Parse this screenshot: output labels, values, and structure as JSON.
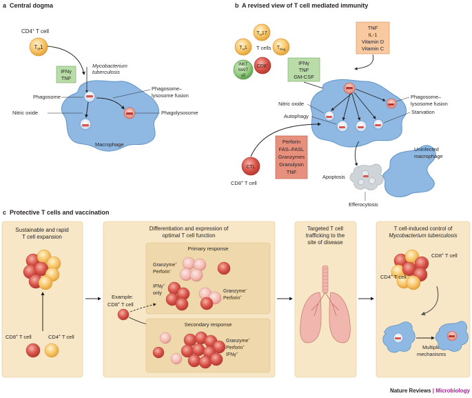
{
  "colors": {
    "panel_bg": "#f7e7c6",
    "panel_inner": "#efd8ab",
    "macrophage": "#8fb9e3",
    "macrophage_edge": "#5f92c6",
    "tcell_orange": "#f8c66a",
    "tcell_red": "#d9544a",
    "tcell_pink": "#f2b8b0",
    "green_box": "#b9dca9",
    "red_box": "#e8907e",
    "orange_box": "#f9c9a0",
    "lung": "#f1b7ae",
    "magenta_brand": "#a3238e"
  },
  "panel_a": {
    "label_letter": "a",
    "title": "Central dogma",
    "cd4_label": "CD4",
    "cd4_sup": "+",
    "cd4_suffix": " T cell",
    "th1_main": "T",
    "th1_sub": "H",
    "th1_num": "1",
    "cytokines": [
      "IFNγ",
      "TNF"
    ],
    "mtb_line1": "Mycobacterium",
    "mtb_line2": "tuberculosis",
    "phagosome": "Phagosome",
    "fusion_line1": "Phagosome–",
    "fusion_line2": "lysosome fusion",
    "nitric_oxide": "Nitric oxide",
    "phagolysosome": "Phagolysosome",
    "macrophage": "Macrophage"
  },
  "panel_b": {
    "label_letter": "b",
    "title": "A revised view of T cell mediated immunity",
    "th17_num": "17",
    "treg_sub": "Reg",
    "th1_num": "1",
    "t_cells": "T cells",
    "innate": [
      "iNKT",
      "MAIT",
      "γδ"
    ],
    "cd8_main": "CD8",
    "cd8_sup": "+",
    "green_cytokines": [
      "IFNγ",
      "TNF",
      "GM-CSF"
    ],
    "orange_cytokines": [
      "TNF",
      "IL-1",
      "Vitamin D",
      "Vitamin C"
    ],
    "fusion_line1": "Phagosome–",
    "fusion_line2": "lysosome fusion",
    "nitric_oxide": "Nitric oxide",
    "autophagy": "Autophagy",
    "starvation": "Starvation",
    "ctl": "CTL",
    "cd8_tcell_label": "CD8",
    "cd8_tcell_sup": "+",
    "cd8_tcell_suffix": " T cell",
    "effectors": [
      "Perforin",
      "FAS–FASL",
      "Granzymes",
      "Granulysin",
      "TNF"
    ],
    "uninfected_line1": "Uninfected",
    "uninfected_line2": "macrophage",
    "apoptosis": "Apoptosis",
    "efferocytosis": "Efferocytosis"
  },
  "panel_c": {
    "label_letter": "c",
    "title": "Protective T cells and vaccination",
    "box1_title": [
      "Sustainable and rapid",
      "T cell expansion"
    ],
    "box1_cd8": "CD8",
    "box1_cd8_sup": "+",
    "box1_cd8_suffix": " T cell",
    "box1_cd4": "CD4",
    "box1_cd4_sup": "+",
    "box1_cd4_suffix": " T cell",
    "box2_title": [
      "Differentiation and expression of",
      "optimal T cell function"
    ],
    "primary_response": "Primary response",
    "granzyme_pos_perforin_neg": [
      "Granzyme",
      "+",
      "Perforin",
      "–"
    ],
    "ifng_only": [
      "IFNγ",
      "+",
      "only"
    ],
    "granzyme_neg_perforin_pos": [
      "Granzyme",
      "–",
      "Perforin",
      "+"
    ],
    "example": "Example:",
    "example_cd8": "CD8",
    "example_sup": "+",
    "example_suffix": " T cell",
    "secondary_response": "Secondary response",
    "triple_pos": [
      "Granzyme",
      "+",
      "Perforin",
      "+",
      "IFNγ",
      "+"
    ],
    "box3_title": [
      "Targeted T cell",
      "trafficking to the",
      "site of disease"
    ],
    "box4_title_line1": "T cell-induced control of",
    "box4_title_line2": "Mycobacterium tuberculosis",
    "box4_cd8": "CD8",
    "box4_cd8_sup": "+",
    "box4_cd8_suffix": " T cell",
    "box4_cd4": "CD4",
    "box4_cd4_sup": "+",
    "box4_cd4_suffix": " T cell",
    "multiple_mechanisms": [
      "Multiple",
      "mechanisms"
    ]
  },
  "footer": {
    "journal": "Nature Reviews",
    "separator": " | ",
    "section": "Microbiology"
  }
}
